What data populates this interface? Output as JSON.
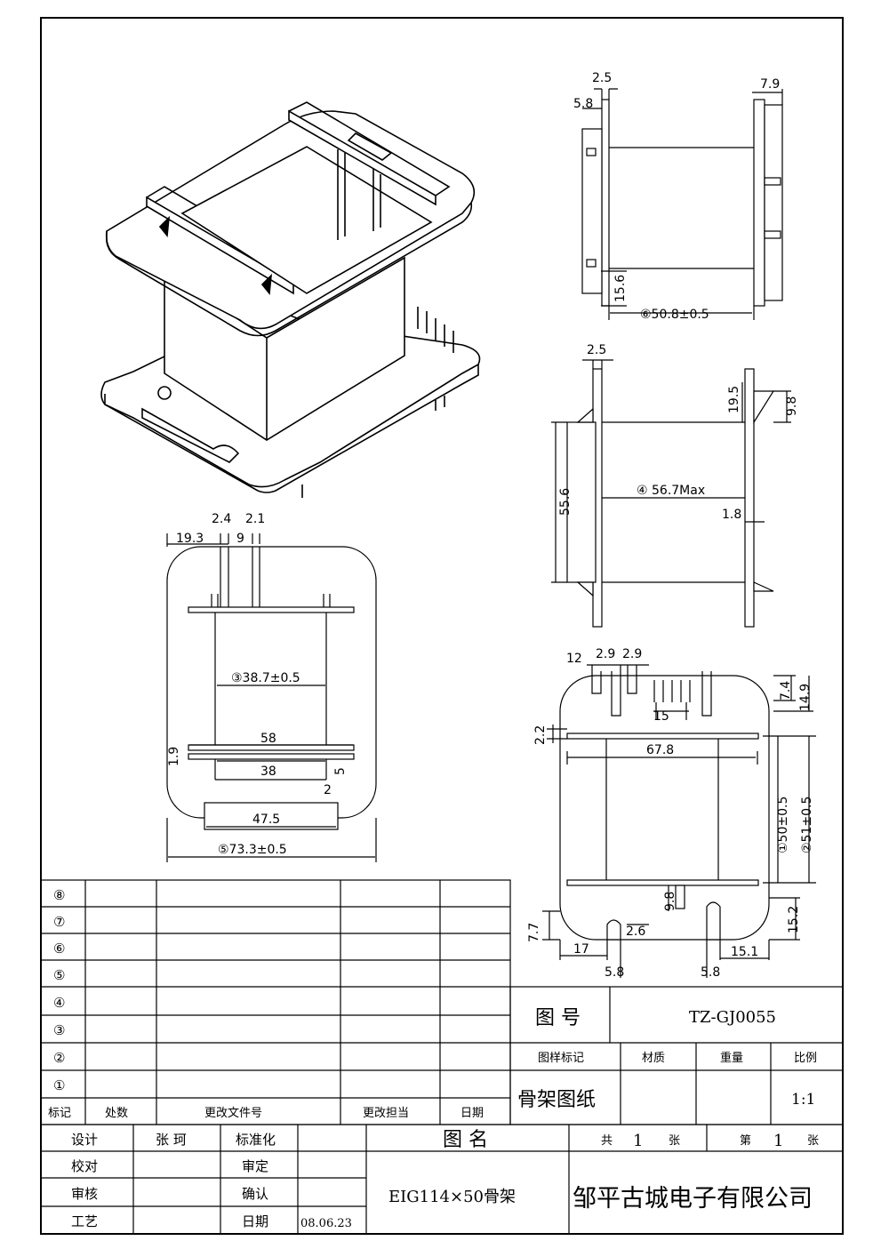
{
  "views": {
    "side": {
      "dims": [
        "2.5",
        "5.8",
        "7.9",
        "15.6",
        "⑥50.8±0.5"
      ]
    },
    "front": {
      "dims": [
        "2.5",
        "19.5",
        "9.8",
        "55.6",
        "④ 56.7Max",
        "1.8"
      ]
    },
    "top": {
      "dims": [
        "2.4",
        "2.1",
        "19.3",
        "9",
        "③38.7±0.5",
        "58",
        "38",
        "1.9",
        "5",
        "2",
        "47.5",
        "⑤73.3±0.5"
      ]
    },
    "bottom": {
      "dims": [
        "12",
        "2.9",
        "2.9",
        "7.4",
        "14.9",
        "15",
        "2.2",
        "67.8",
        "①50±0.5",
        "②51±0.5",
        "9.8",
        "15.2",
        "7.7",
        "2.6",
        "17",
        "5.8",
        "5.8",
        "15.1"
      ]
    }
  },
  "revision_table": {
    "rows": [
      "⑧",
      "⑦",
      "⑥",
      "⑤",
      "④",
      "③",
      "②",
      "①"
    ],
    "headers": [
      "标记",
      "处数",
      "更改文件号",
      "更改担当",
      "日期"
    ]
  },
  "title_block": {
    "drawing_no_label": "图 号",
    "drawing_no": "TZ-GJ0055",
    "col_headers": [
      "图样标记",
      "材质",
      "重量",
      "比例"
    ],
    "sample_mark": "骨架图纸",
    "scale": "1:1",
    "left_rows": [
      {
        "label": "设计",
        "value": "张 珂",
        "label2": "标准化",
        "value2": ""
      },
      {
        "label": "校对",
        "value": "",
        "label2": "审定",
        "value2": ""
      },
      {
        "label": "审核",
        "value": "",
        "label2": "确认",
        "value2": ""
      },
      {
        "label": "工艺",
        "value": "",
        "label2": "日期",
        "value2": "08.06.23"
      }
    ],
    "name_label": "图 名",
    "name": "EIG114×50骨架",
    "sheets": {
      "total_pre": "共",
      "total": "1",
      "total_unit": "张",
      "page_pre": "第",
      "page": "1",
      "page_unit": "张"
    },
    "company": "邹平古城电子有限公司"
  }
}
